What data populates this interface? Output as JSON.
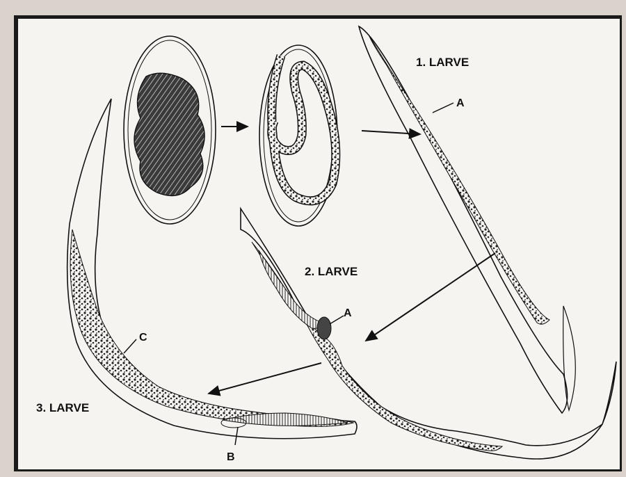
{
  "labels": {
    "larva1": "1. LARVE",
    "larva2": "2. LARVE",
    "larva3": "3. LARVE",
    "a1": "A",
    "a2": "A",
    "b": "B",
    "c": "C"
  },
  "colors": {
    "ink": "#111111",
    "paper": "#f6f4f1",
    "background": "#d9d3cc"
  }
}
